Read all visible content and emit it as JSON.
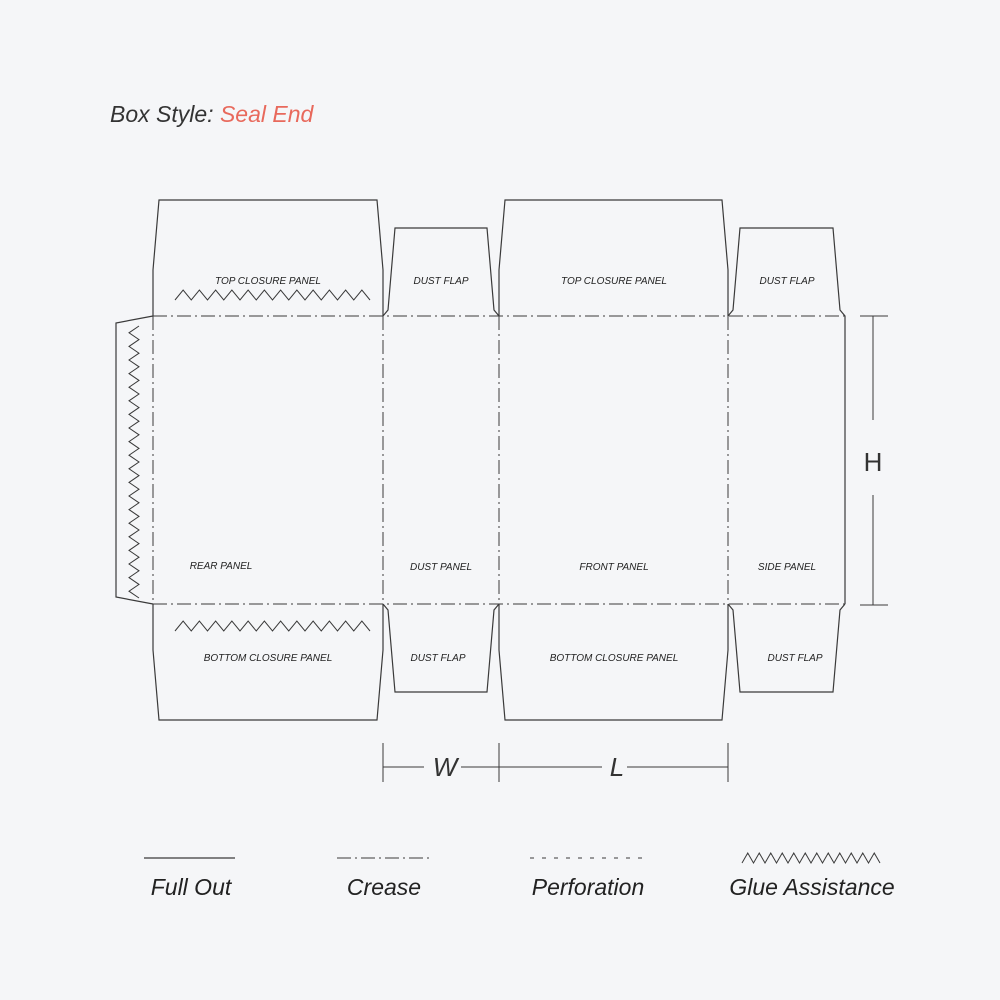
{
  "title": {
    "prefix": "Box Style:",
    "style": "Seal End",
    "accent_color": "#e8695c"
  },
  "panels": {
    "rear_top": "TOP CLOSURE PANEL",
    "dust_flap_top_1": "DUST FLAP",
    "front_top": "TOP CLOSURE PANEL",
    "dust_flap_top_2": "DUST FLAP",
    "rear": "REAR PANEL",
    "dust_panel": "DUST PANEL",
    "front": "FRONT PANEL",
    "side": "SIDE PANEL",
    "rear_bottom": "BOTTOM CLOSURE PANEL",
    "dust_flap_bottom_1": "DUST FLAP",
    "front_bottom": "BOTTOM CLOSURE PANEL",
    "dust_flap_bottom_2": "DUST FLAP"
  },
  "dimensions": {
    "height": "H",
    "width": "W",
    "length": "L"
  },
  "legend": {
    "full_out": "Full Out",
    "crease": "Crease",
    "perforation": "Perforation",
    "glue": "Glue Assistance"
  }
}
